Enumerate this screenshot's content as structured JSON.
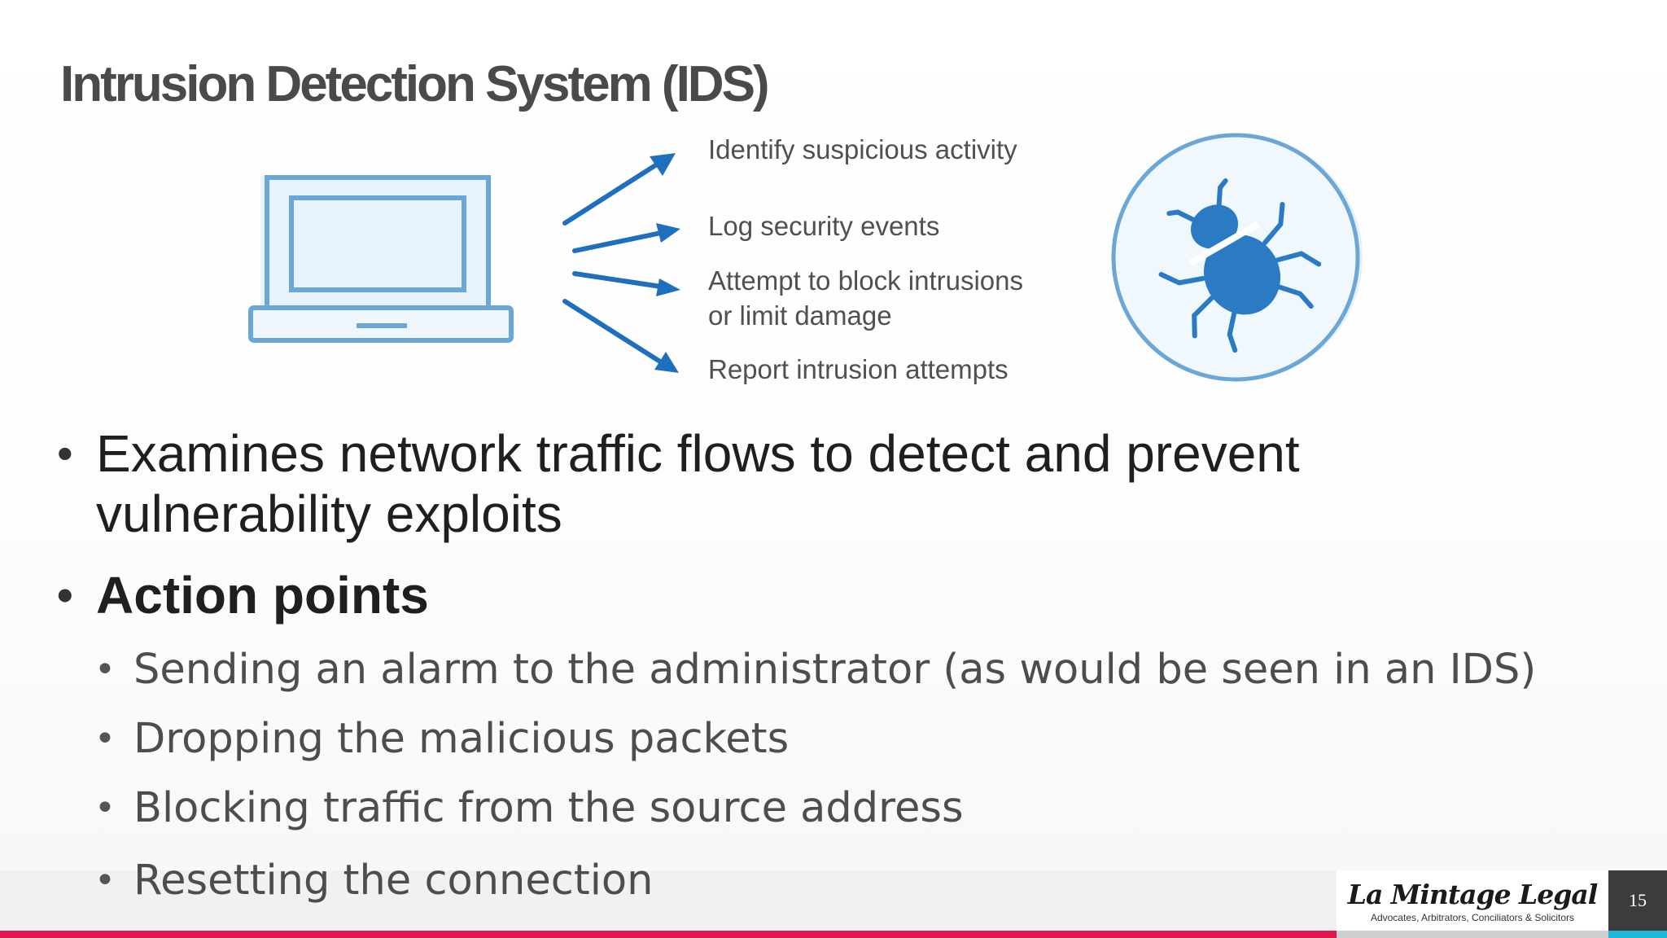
{
  "slide": {
    "title": "Intrusion Detection System (IDS)",
    "page_number": "15"
  },
  "diagram": {
    "computer_icon": "laptop-icon",
    "threat_icon": "bug-icon",
    "accent_color": "#1f6fbf",
    "outline_color": "#5b9bcf",
    "fill_color": "#e3f0fa",
    "labels": [
      "Identify suspicious activity",
      "Log security events",
      "Attempt to block intrusions",
      "or limit damage",
      "Report intrusion attempts"
    ]
  },
  "bullets": [
    {
      "text_line1": "Examines network traffic flows to detect and prevent",
      "text_line2": "vulnerability exploits"
    },
    {
      "text": "Action points",
      "sub_items": [
        "Sending an alarm to the administrator (as would be seen in an IDS)",
        "Dropping the malicious packets",
        "Blocking traffic from the source address",
        "Resetting the connection"
      ]
    }
  ],
  "footer": {
    "logo_name": "La Mintage Legal",
    "logo_tagline": "Advocates, Arbitrators, Conciliators & Solicitors",
    "accent_red": "#e0164f",
    "accent_cyan": "#1fb7d8"
  }
}
